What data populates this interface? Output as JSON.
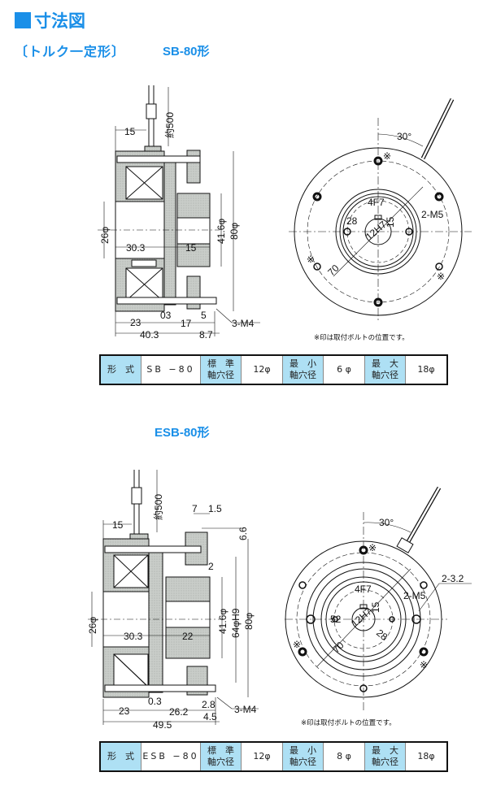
{
  "header": {
    "title": "寸法図",
    "subtitle": "〔トルク一定形〕"
  },
  "colors": {
    "accent": "#1a8fe8",
    "table_label_bg": "#aee0f4"
  },
  "sb80": {
    "model_title": "SB-80形",
    "side_view": {
      "dims": {
        "lead_offset": "15",
        "lead_length": "約500",
        "bore_dia": "26φ",
        "d30_3": "30.3",
        "d15": "15",
        "hub_dia": "41.6φ",
        "outer_dia": "80φ",
        "d23": "23",
        "d03": "03",
        "d17": "17",
        "d5": "5",
        "tap": "3-M4",
        "d40_3": "40.3",
        "d8_7": "8.7"
      }
    },
    "front_view": {
      "dims": {
        "angle": "30°",
        "key_width": "4F7",
        "key_depth": "15",
        "tap": "2-M5",
        "pcd_small": "28",
        "bore": "12H7",
        "pcd_large": "70"
      },
      "mark": "※"
    },
    "note": "※印は取付ボルトの位置です。",
    "table": {
      "model_label": "形　式",
      "model": "SB −80",
      "std_label_1": "標　準",
      "std_label_2": "軸穴径",
      "std": "12φ",
      "min_label_1": "最　小",
      "min_label_2": "軸穴径",
      "min": "6 φ",
      "max_label_1": "最　大",
      "max_label_2": "軸穴径",
      "max": "18φ"
    }
  },
  "esb80": {
    "model_title": "ESB-80形",
    "side_view": {
      "dims": {
        "lead_offset": "15",
        "lead_length": "約500",
        "d7": "7",
        "d1_5": "1.5",
        "d6_6": "6.6",
        "d2": "2",
        "bore_dia": "26φ",
        "d30_3": "30.3",
        "d22": "22",
        "hub_dia": "41.6φ",
        "fit_dia": "64φH9",
        "outer_dia": "80φ",
        "d23": "23",
        "d0_3": "0.3",
        "d26_2": "26.2",
        "d2_8": "2.8",
        "tap": "3-M4",
        "d4_5": "4.5",
        "d49_5": "49.5"
      }
    },
    "front_view": {
      "dims": {
        "angle": "30°",
        "hole": "2-3.2",
        "tap": "2-M5",
        "key_width": "4F7",
        "key_depth": "15",
        "pcd_mid": "52",
        "bore": "12H7",
        "pcd_small": "28",
        "pcd_large": "70"
      },
      "mark": "※"
    },
    "note": "※印は取付ボルトの位置です。",
    "table": {
      "model_label": "形　式",
      "model": "ESB −80",
      "std_label_1": "標　準",
      "std_label_2": "軸穴径",
      "std": "12φ",
      "min_label_1": "最　小",
      "min_label_2": "軸穴径",
      "min": "8 φ",
      "max_label_1": "最　大",
      "max_label_2": "軸穴径",
      "max": "18φ"
    }
  }
}
